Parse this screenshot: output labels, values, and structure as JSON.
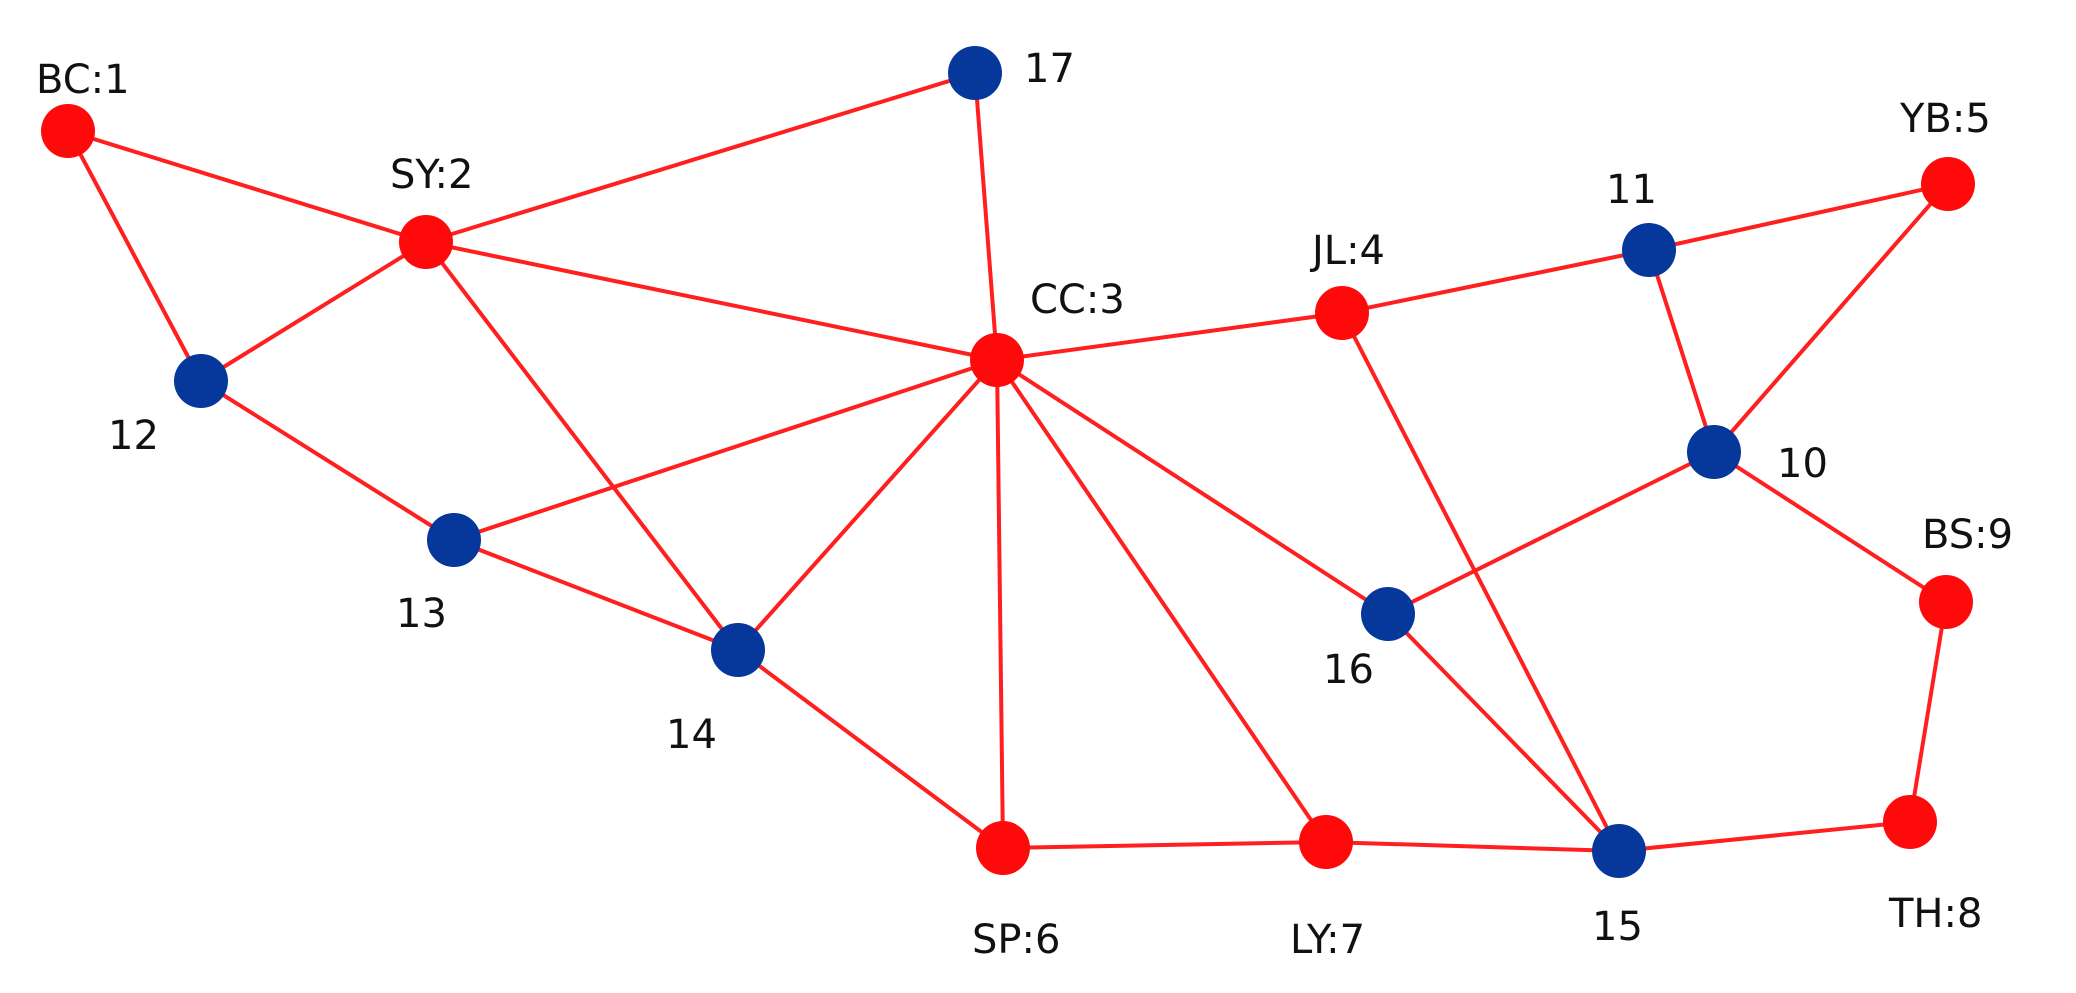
{
  "colors": {
    "edge": "#ff1f1f",
    "station_node": "#ff0a0a",
    "junction_node": "#06379b",
    "label": "#111111",
    "background": "#ffffff"
  },
  "nodes": [
    {
      "id": "1",
      "label": "BC:1",
      "kind": "station"
    },
    {
      "id": "2",
      "label": "SY:2",
      "kind": "station"
    },
    {
      "id": "3",
      "label": "CC:3",
      "kind": "station"
    },
    {
      "id": "4",
      "label": "JL:4",
      "kind": "station"
    },
    {
      "id": "5",
      "label": "YB:5",
      "kind": "station"
    },
    {
      "id": "6",
      "label": "SP:6",
      "kind": "station"
    },
    {
      "id": "7",
      "label": "LY:7",
      "kind": "station"
    },
    {
      "id": "8",
      "label": "TH:8",
      "kind": "station"
    },
    {
      "id": "9",
      "label": "BS:9",
      "kind": "station"
    },
    {
      "id": "10",
      "label": "10",
      "kind": "junction"
    },
    {
      "id": "11",
      "label": "11",
      "kind": "junction"
    },
    {
      "id": "12",
      "label": "12",
      "kind": "junction"
    },
    {
      "id": "13",
      "label": "13",
      "kind": "junction"
    },
    {
      "id": "14",
      "label": "14",
      "kind": "junction"
    },
    {
      "id": "15",
      "label": "15",
      "kind": "junction"
    },
    {
      "id": "16",
      "label": "16",
      "kind": "junction"
    },
    {
      "id": "17",
      "label": "17",
      "kind": "junction"
    }
  ],
  "edges": [
    [
      "1",
      "2"
    ],
    [
      "1",
      "12"
    ],
    [
      "2",
      "17"
    ],
    [
      "2",
      "3"
    ],
    [
      "2",
      "12"
    ],
    [
      "2",
      "14"
    ],
    [
      "17",
      "3"
    ],
    [
      "3",
      "4"
    ],
    [
      "3",
      "13"
    ],
    [
      "3",
      "14"
    ],
    [
      "3",
      "6"
    ],
    [
      "3",
      "7"
    ],
    [
      "3",
      "16"
    ],
    [
      "12",
      "13"
    ],
    [
      "13",
      "14"
    ],
    [
      "14",
      "6"
    ],
    [
      "6",
      "7"
    ],
    [
      "7",
      "15"
    ],
    [
      "4",
      "11"
    ],
    [
      "4",
      "15"
    ],
    [
      "11",
      "5"
    ],
    [
      "11",
      "10"
    ],
    [
      "5",
      "10"
    ],
    [
      "10",
      "16"
    ],
    [
      "10",
      "9"
    ],
    [
      "16",
      "15"
    ],
    [
      "15",
      "8"
    ],
    [
      "9",
      "8"
    ]
  ]
}
